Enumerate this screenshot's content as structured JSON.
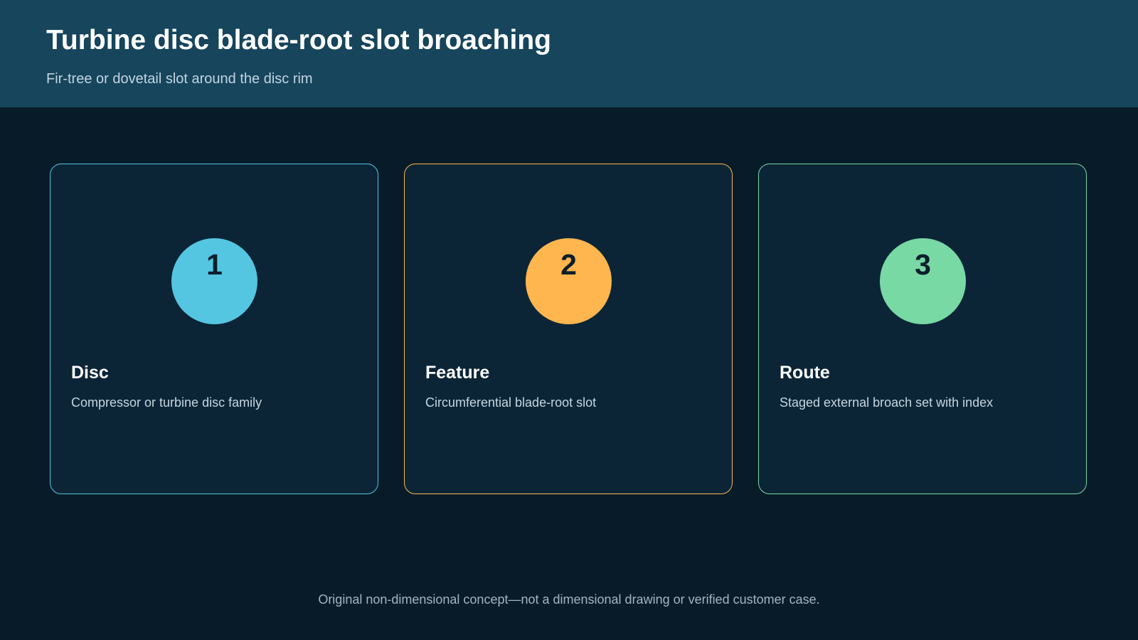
{
  "header": {
    "title": "Turbine disc blade-root slot broaching",
    "subtitle": "Fir-tree or dovetail slot around the disc rim"
  },
  "cards": [
    {
      "number": "1",
      "title": "Disc",
      "description": "Compressor or turbine disc family",
      "color": "#55c6e1"
    },
    {
      "number": "2",
      "title": "Feature",
      "description": "Circumferential blade-root slot",
      "color": "#ffb64e"
    },
    {
      "number": "3",
      "title": "Route",
      "description": "Staged external broach set with index",
      "color": "#78d9a5"
    }
  ],
  "footnote": "Original non-dimensional concept—not a dimensional drawing or verified customer case."
}
